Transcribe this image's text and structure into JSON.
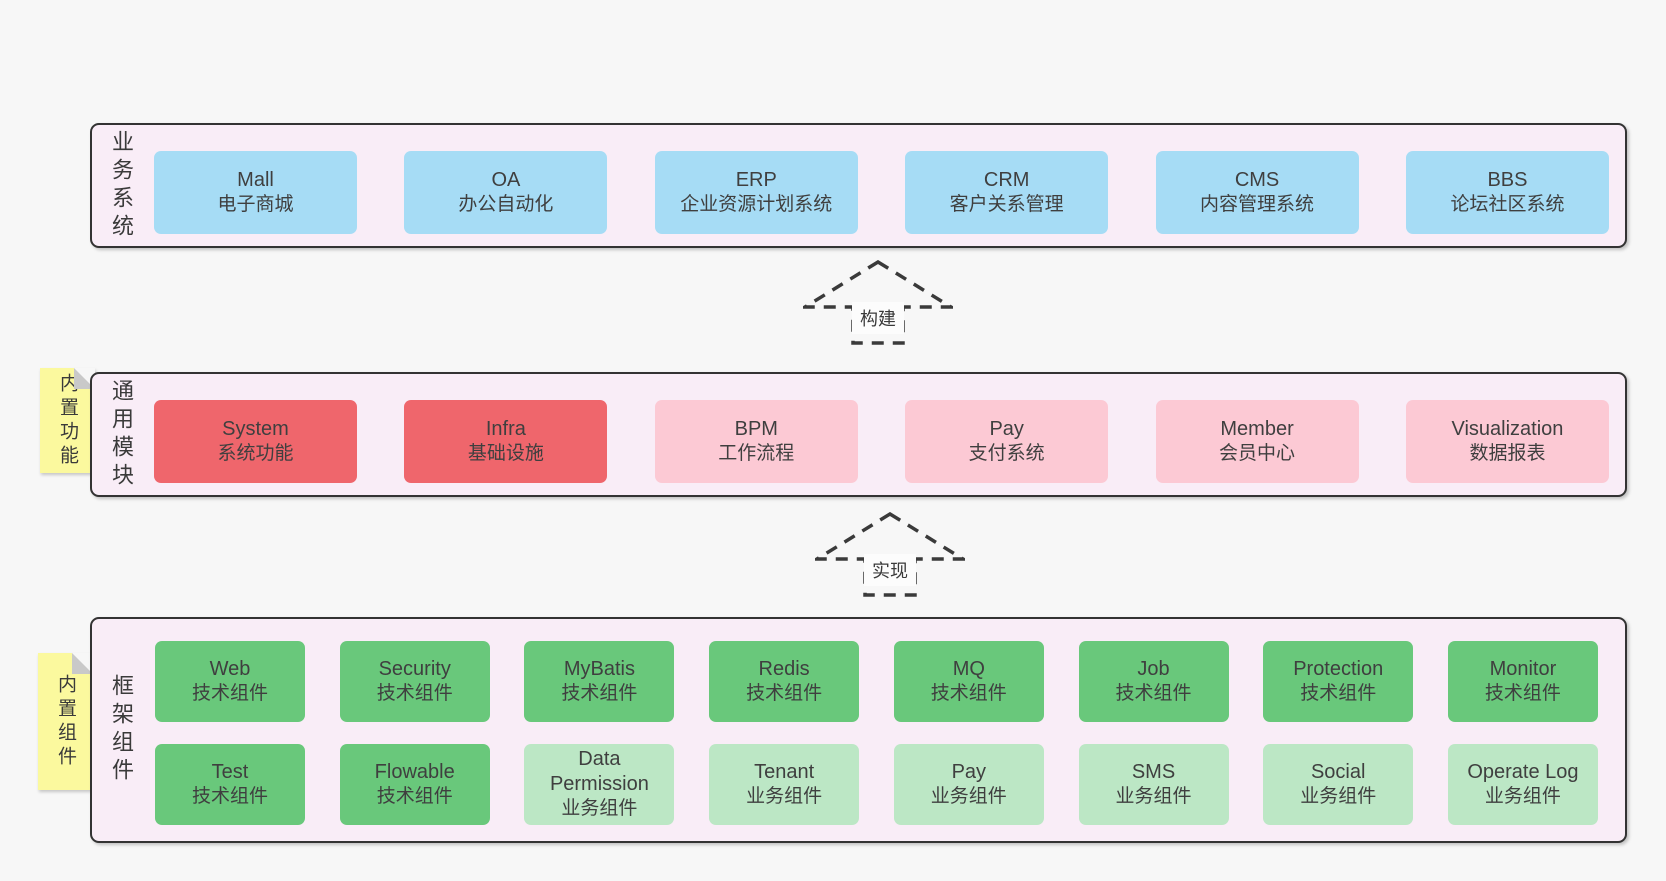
{
  "colors": {
    "page_bg": "#f7f7f7",
    "panel_bg": "#f9edf7",
    "panel_border": "#333333",
    "blue_box": "#a6dcf5",
    "red_box": "#ef666c",
    "pink_box": "#fcc9d4",
    "green_dark_box": "#69c87b",
    "green_light_box": "#bce7c5",
    "sticky_note": "#fbf99e",
    "note_fold": "#c9c9c9",
    "text": "#3e3e3e"
  },
  "arrows": {
    "build": "构建",
    "implement": "实现"
  },
  "panels": {
    "business": {
      "label": "业务系统",
      "items": [
        {
          "title": "Mall",
          "subtitle": "电子商城"
        },
        {
          "title": "OA",
          "subtitle": "办公自动化"
        },
        {
          "title": "ERP",
          "subtitle": "企业资源计划系统"
        },
        {
          "title": "CRM",
          "subtitle": "客户关系管理"
        },
        {
          "title": "CMS",
          "subtitle": "内容管理系统"
        },
        {
          "title": "BBS",
          "subtitle": "论坛社区系统"
        }
      ]
    },
    "modules": {
      "tab": "内置功能",
      "label": "通用模块",
      "items": [
        {
          "title": "System",
          "subtitle": "系统功能",
          "variant": "red"
        },
        {
          "title": "Infra",
          "subtitle": "基础设施",
          "variant": "red"
        },
        {
          "title": "BPM",
          "subtitle": "工作流程",
          "variant": "pink"
        },
        {
          "title": "Pay",
          "subtitle": "支付系统",
          "variant": "pink"
        },
        {
          "title": "Member",
          "subtitle": "会员中心",
          "variant": "pink"
        },
        {
          "title": "Visualization",
          "subtitle": "数据报表",
          "variant": "pink"
        }
      ]
    },
    "components": {
      "tab": "内置组件",
      "label": "框架组件",
      "row1": [
        {
          "title": "Web",
          "subtitle": "技术组件",
          "variant": "green-dark"
        },
        {
          "title": "Security",
          "subtitle": "技术组件",
          "variant": "green-dark"
        },
        {
          "title": "MyBatis",
          "subtitle": "技术组件",
          "variant": "green-dark"
        },
        {
          "title": "Redis",
          "subtitle": "技术组件",
          "variant": "green-dark"
        },
        {
          "title": "MQ",
          "subtitle": "技术组件",
          "variant": "green-dark"
        },
        {
          "title": "Job",
          "subtitle": "技术组件",
          "variant": "green-dark"
        },
        {
          "title": "Protection",
          "subtitle": "技术组件",
          "variant": "green-dark"
        },
        {
          "title": "Monitor",
          "subtitle": "技术组件",
          "variant": "green-dark"
        }
      ],
      "row2": [
        {
          "title": "Test",
          "subtitle": "技术组件",
          "variant": "green-dark"
        },
        {
          "title": "Flowable",
          "subtitle": "技术组件",
          "variant": "green-dark"
        },
        {
          "title": "Data Permission",
          "subtitle": "业务组件",
          "variant": "green-light"
        },
        {
          "title": "Tenant",
          "subtitle": "业务组件",
          "variant": "green-light"
        },
        {
          "title": "Pay",
          "subtitle": "业务组件",
          "variant": "green-light"
        },
        {
          "title": "SMS",
          "subtitle": "业务组件",
          "variant": "green-light"
        },
        {
          "title": "Social",
          "subtitle": "业务组件",
          "variant": "green-light"
        },
        {
          "title": "Operate Log",
          "subtitle": "业务组件",
          "variant": "green-light"
        }
      ]
    }
  }
}
